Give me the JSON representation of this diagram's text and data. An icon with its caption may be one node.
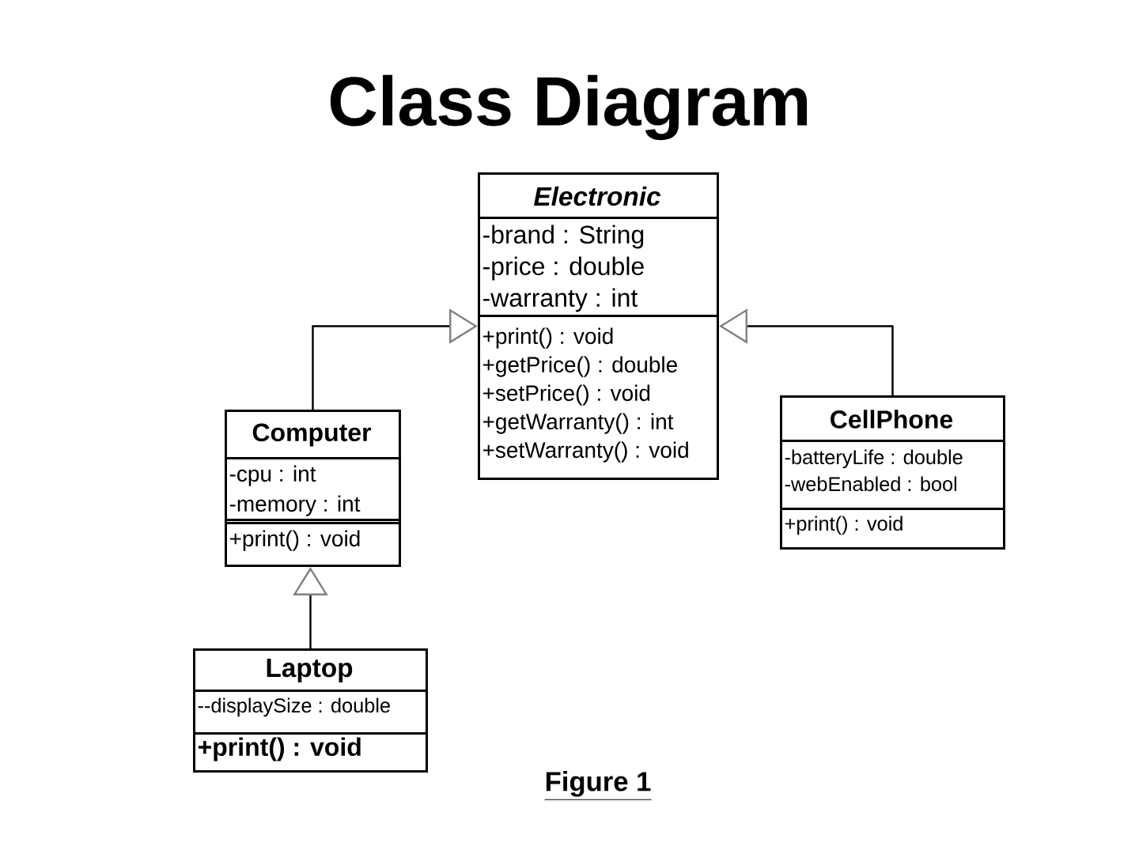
{
  "diagram": {
    "title": "Class Diagram",
    "caption": "Figure 1",
    "nodes": [
      {
        "text": [
          "Electronic"
        ]
      },
      {
        "text": [
          "-brand : String",
          "-price : double",
          "-warranty : int"
        ],
        "in": 0
      },
      {
        "text": [
          "+print() : void",
          "+getPrice() : double",
          "+setPrice() : void",
          "+getWarranty() : int",
          "+setWarranty() : void"
        ],
        "in": 0
      },
      {
        "text": [
          "Computer"
        ]
      },
      {
        "text": [
          "-cpu : int",
          "-memory : int"
        ],
        "in": 3
      },
      {
        "text": [
          "+print() : void"
        ],
        "in": 3
      },
      {
        "text": [
          "CellPhone"
        ]
      },
      {
        "text": [
          "-batteryLife : double",
          "-webEnabled : bool"
        ],
        "in": 6
      },
      {
        "text": [
          "+print() : void"
        ],
        "in": 6
      },
      {
        "text": [
          "Laptop"
        ]
      },
      {
        "text": [
          "--displaySize : double"
        ],
        "in": 9
      },
      {
        "text": [
          "+print() : void"
        ],
        "in": 9
      }
    ],
    "edges": [
      {
        "from": 3,
        "to": 0,
        "arrow": "to"
      },
      {
        "from": 6,
        "to": 0,
        "arrow": "to"
      },
      {
        "from": 9,
        "to": 3,
        "arrow": "to"
      }
    ]
  }
}
